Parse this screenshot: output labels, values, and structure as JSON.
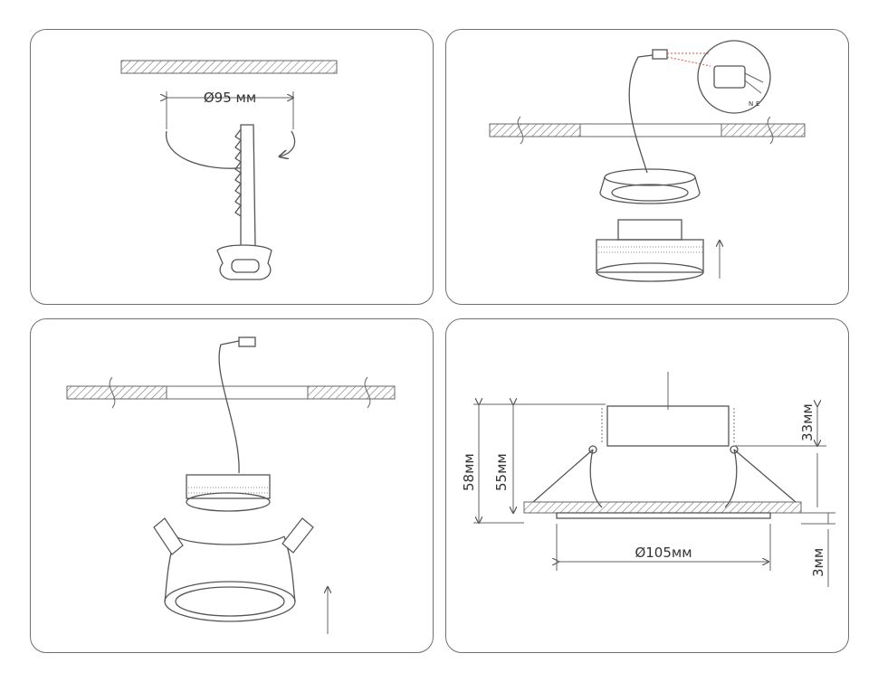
{
  "panels": {
    "cutout": {
      "diameter_label": "Ø95 мм"
    },
    "wiring": {
      "terminal_marks": [
        "N",
        "E"
      ]
    },
    "insert": {},
    "dimensions": {
      "height_total": "58мм",
      "height_body": "55мм",
      "height_top": "33мм",
      "trim_depth": "3мм",
      "diameter": "Ø105мм"
    }
  },
  "colors": {
    "line": "#555555",
    "accent": "#d9534f",
    "border": "#6f6f6f"
  }
}
